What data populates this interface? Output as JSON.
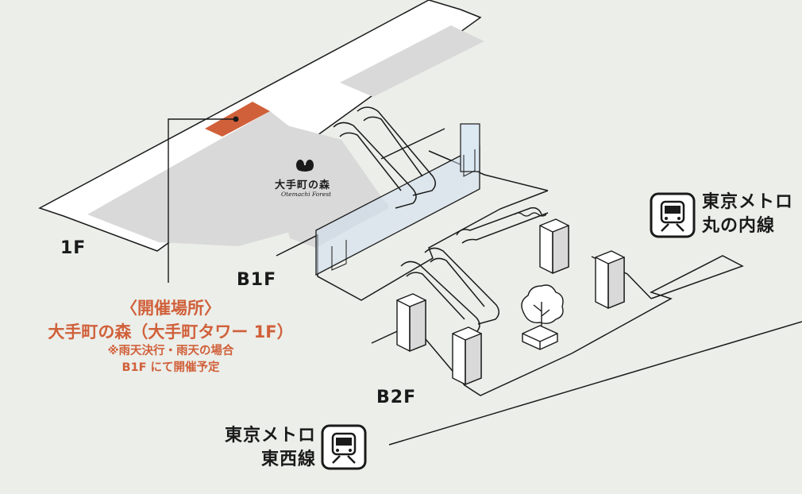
{
  "floors": {
    "f1": "1F",
    "b1": "B1F",
    "b2": "B2F"
  },
  "venue": {
    "heading": "〈開催場所〉",
    "name": "大手町の森（大手町タワー 1F）",
    "note_line1": "※雨天決行・雨天の場合",
    "note_line2": "B1F にて開催予定"
  },
  "forest": {
    "name_jp": "大手町の森",
    "name_en": "Otemachi Forest"
  },
  "metro_marunouchi": {
    "line1": "東京メトロ",
    "line2": "丸の内線",
    "icon": "train-icon"
  },
  "metro_tozai": {
    "line1": "東京メトロ",
    "line2": "東西線",
    "icon": "train-icon"
  },
  "colors": {
    "background": "#eceee9",
    "slab": "#ffffff",
    "plaza": "#d9d9d9",
    "line": "#1a1a1a",
    "accent": "#d0603a",
    "glass": "#cfe0ef"
  }
}
